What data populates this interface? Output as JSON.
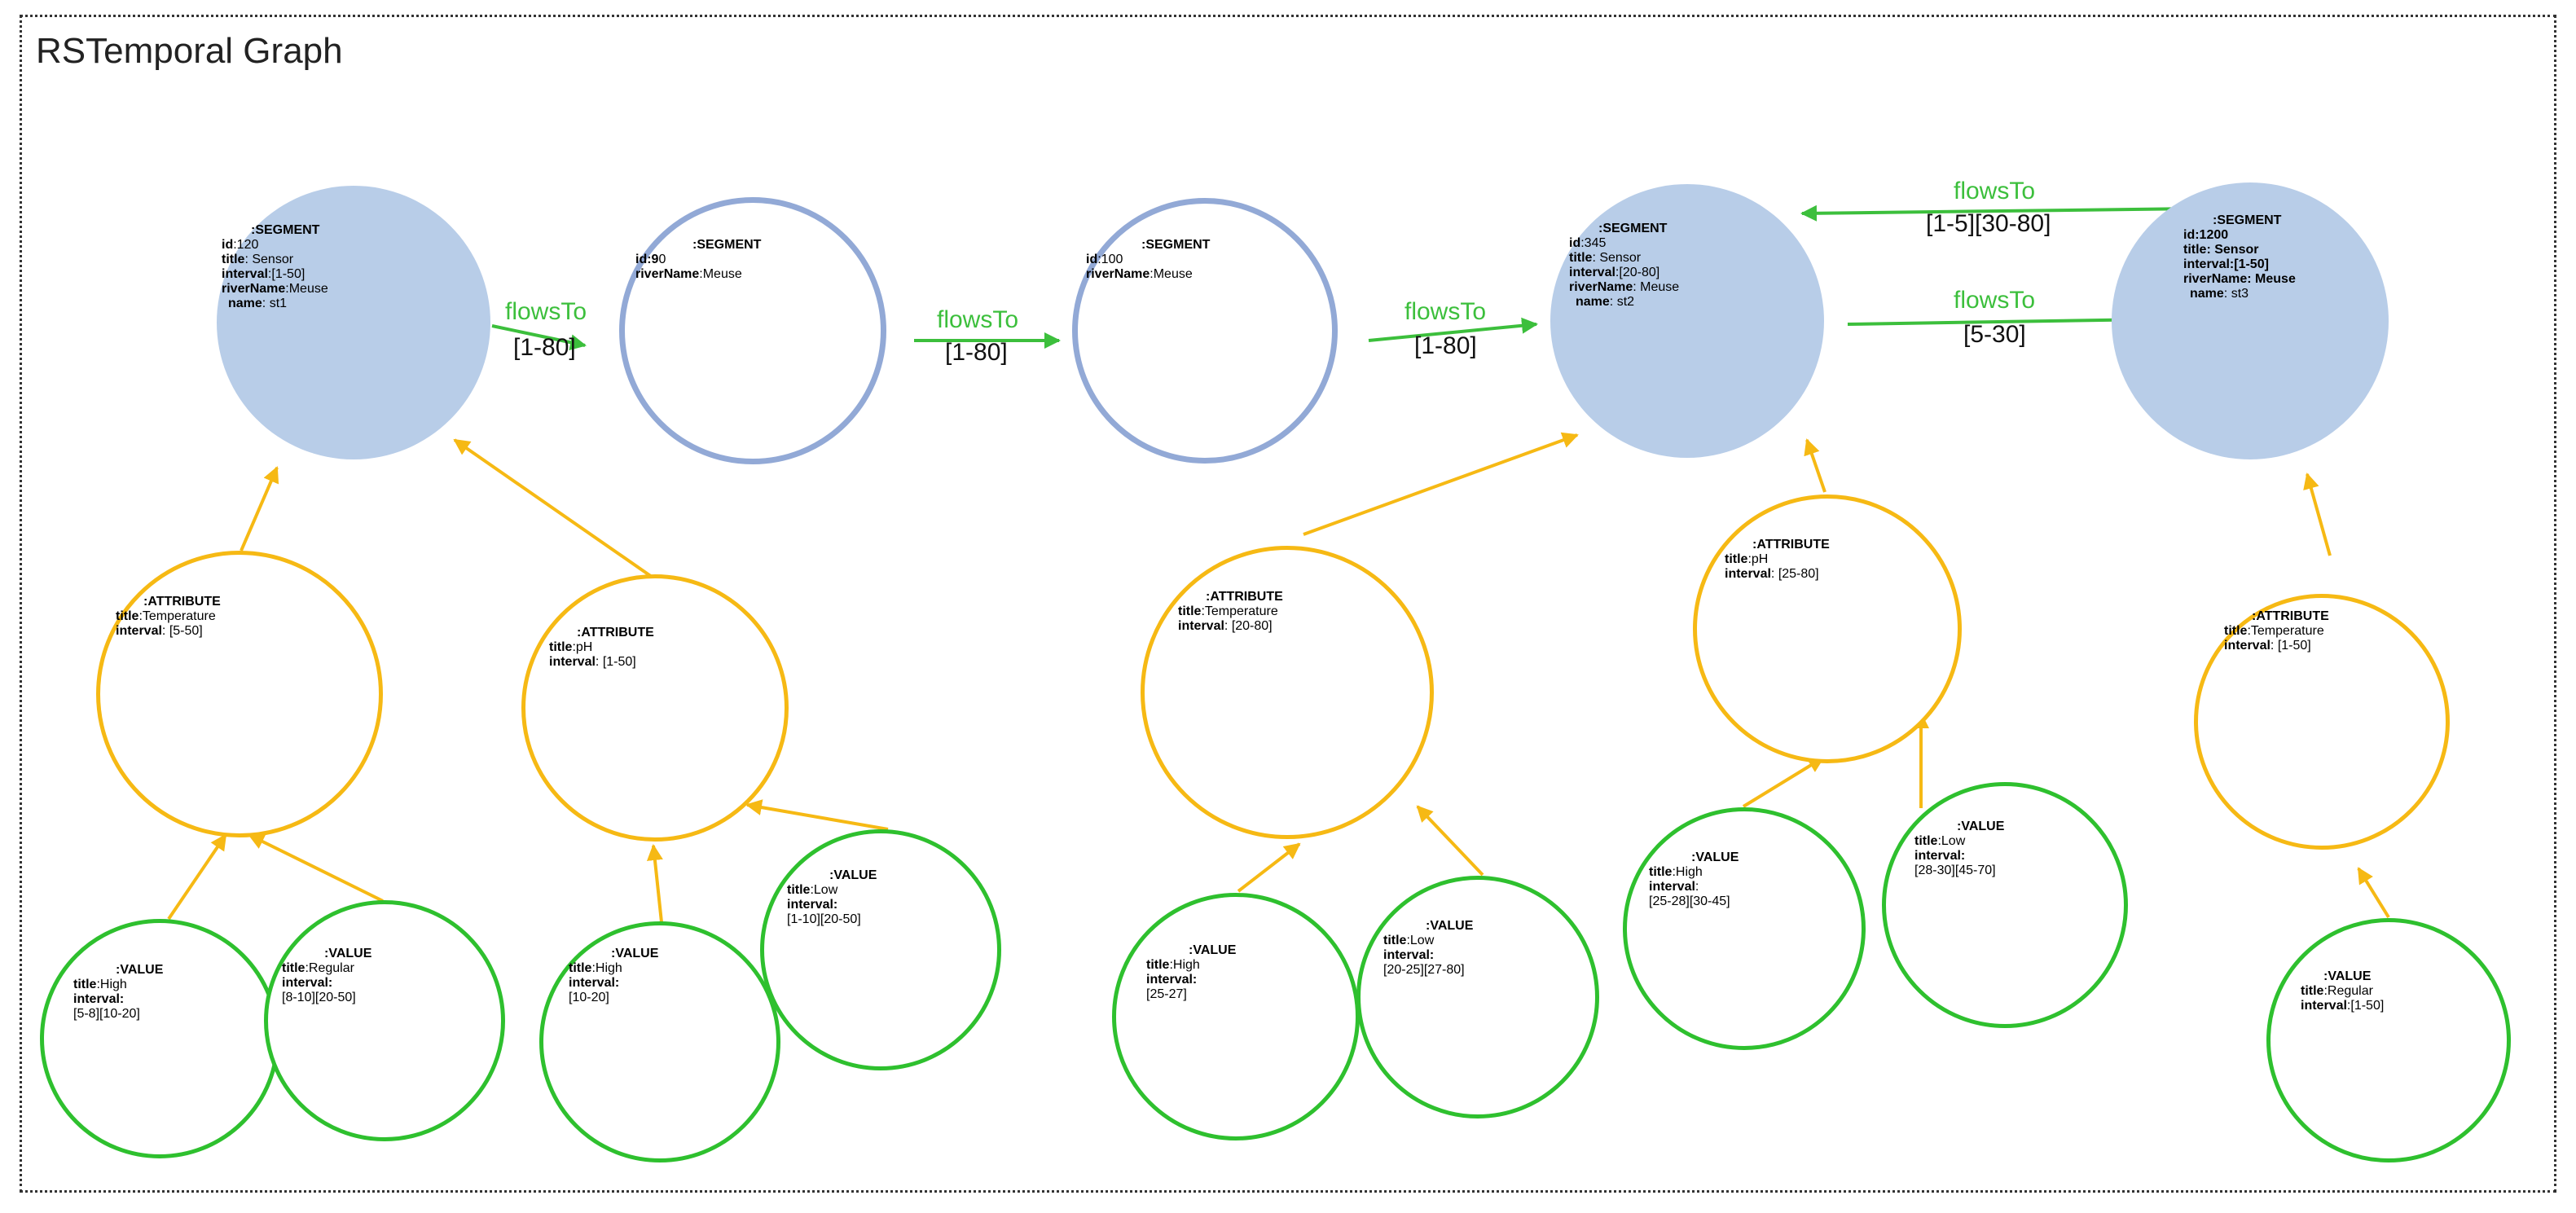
{
  "title": "RSTemporal Graph",
  "nodes": [
    {
      "id": "s1",
      "style": "fill-seg",
      "lines": [
        {
          "head": ":SEGMENT"
        },
        {
          "k": "id",
          "v": ":120"
        },
        {
          "k": "title",
          "v": ": Sensor"
        },
        {
          "k": "interval",
          "v": ":[1-50]"
        },
        {
          "k": "riverName",
          "v": ":Meuse"
        },
        {
          "k": "name",
          "v": ": st1"
        }
      ]
    },
    {
      "id": "s2",
      "style": "ring-seg",
      "lines": [
        {
          "head": ":SEGMENT"
        },
        {
          "k": "id:9",
          "v": "0"
        },
        {
          "k": "riverName",
          "v": ":Meuse"
        }
      ]
    },
    {
      "id": "s3",
      "style": "ring-seg",
      "lines": [
        {
          "head": ":SEGMENT"
        },
        {
          "k": "id",
          "v": ":100"
        },
        {
          "k": "riverName",
          "v": ":Meuse"
        }
      ]
    },
    {
      "id": "s4",
      "style": "fill-seg",
      "lines": [
        {
          "head": ":SEGMENT"
        },
        {
          "k": "id",
          "v": ":345"
        },
        {
          "k": "title",
          "v": ": Sensor"
        },
        {
          "k": "interval",
          "v": ":[20-80]"
        },
        {
          "k": "riverName",
          "v": ": Meuse"
        },
        {
          "k": "name",
          "v": ": st2"
        }
      ]
    },
    {
      "id": "s5",
      "style": "fill-seg",
      "lines": [
        {
          "head": ":SEGMENT"
        },
        {
          "k": "id:1200",
          "v": ""
        },
        {
          "k": "title: Sensor",
          "v": ""
        },
        {
          "k": "interval:[1-50]",
          "v": ""
        },
        {
          "k": "riverName: Meuse",
          "v": ""
        },
        {
          "k": "name",
          "v": ": st3"
        }
      ]
    },
    {
      "id": "a1",
      "style": "ring-attr",
      "lines": [
        {
          "head": ":ATTRIBUTE"
        },
        {
          "k": "title",
          "v": ":Temperature"
        },
        {
          "k": "interval",
          "v": ": [5-50]"
        }
      ]
    },
    {
      "id": "a2",
      "style": "ring-attr",
      "lines": [
        {
          "head": ":ATTRIBUTE"
        },
        {
          "k": "title",
          "v": ":pH"
        },
        {
          "k": "interval",
          "v": ": [1-50]"
        }
      ]
    },
    {
      "id": "a3",
      "style": "ring-attr",
      "lines": [
        {
          "head": ":ATTRIBUTE"
        },
        {
          "k": "title",
          "v": ":Temperature"
        },
        {
          "k": "interval",
          "v": ": [20-80]"
        }
      ]
    },
    {
      "id": "a4",
      "style": "ring-attr",
      "lines": [
        {
          "head": ":ATTRIBUTE"
        },
        {
          "k": "title",
          "v": ":pH"
        },
        {
          "k": "interval",
          "v": ": [25-80]"
        }
      ]
    },
    {
      "id": "a5",
      "style": "ring-attr",
      "lines": [
        {
          "head": ":ATTRIBUTE"
        },
        {
          "k": "title",
          "v": ":Temperature"
        },
        {
          "k": "interval",
          "v": ": [1-50]"
        }
      ]
    },
    {
      "id": "v1",
      "style": "ring-val",
      "lines": [
        {
          "head": ":VALUE"
        },
        {
          "k": "title",
          "v": ":High"
        },
        {
          "k": "interval:",
          "v": ""
        },
        {
          "k": "",
          "v": "[5-8][10-20]"
        }
      ]
    },
    {
      "id": "v2",
      "style": "ring-val",
      "lines": [
        {
          "head": ":VALUE"
        },
        {
          "k": "title",
          "v": ":Regular"
        },
        {
          "k": "interval:",
          "v": ""
        },
        {
          "k": "",
          "v": "[8-10][20-50]"
        }
      ]
    },
    {
      "id": "v3",
      "style": "ring-val",
      "lines": [
        {
          "head": ":VALUE"
        },
        {
          "k": "title",
          "v": ":High"
        },
        {
          "k": "interval:",
          "v": ""
        },
        {
          "k": "",
          "v": "[10-20]"
        }
      ]
    },
    {
      "id": "v4",
      "style": "ring-val",
      "lines": [
        {
          "head": ":VALUE"
        },
        {
          "k": "title",
          "v": ":Low"
        },
        {
          "k": "interval:",
          "v": ""
        },
        {
          "k": "",
          "v": "[1-10][20-50]"
        }
      ]
    },
    {
      "id": "v5",
      "style": "ring-val",
      "lines": [
        {
          "head": ":VALUE"
        },
        {
          "k": "title",
          "v": ":High"
        },
        {
          "k": "interval:",
          "v": ""
        },
        {
          "k": "",
          "v": "[25-27]"
        }
      ]
    },
    {
      "id": "v6",
      "style": "ring-val",
      "lines": [
        {
          "head": ":VALUE"
        },
        {
          "k": "title",
          "v": ":Low"
        },
        {
          "k": "interval:",
          "v": ""
        },
        {
          "k": "",
          "v": "[20-25][27-80]"
        }
      ]
    },
    {
      "id": "v7",
      "style": "ring-val",
      "lines": [
        {
          "head": ":VALUE"
        },
        {
          "k": "title",
          "v": ":High"
        },
        {
          "k": "interval",
          "v": ":"
        },
        {
          "k": "",
          "v": "[25-28][30-45]"
        }
      ]
    },
    {
      "id": "v8",
      "style": "ring-val",
      "lines": [
        {
          "head": ":VALUE"
        },
        {
          "k": "title",
          "v": ":Low"
        },
        {
          "k": "interval:",
          "v": ""
        },
        {
          "k": "",
          "v": "[28-30][45-70]"
        }
      ]
    },
    {
      "id": "v9",
      "style": "ring-val",
      "lines": [
        {
          "head": ":VALUE"
        },
        {
          "k": "title",
          "v": ":Regular"
        },
        {
          "k": "interval",
          "v": ":[1-50]"
        }
      ]
    }
  ],
  "edges": [
    {
      "id": "e1",
      "rel": "flowsTo",
      "interval": "[1-80]"
    },
    {
      "id": "e2",
      "rel": "flowsTo",
      "interval": "[1-80]"
    },
    {
      "id": "e3",
      "rel": "flowsTo",
      "interval": "[1-80]"
    },
    {
      "id": "e4",
      "rel": "flowsTo",
      "interval": "[5-30]"
    },
    {
      "id": "e5",
      "rel": "flowsTo",
      "interval": "[1-5][30-80]"
    }
  ],
  "colors": {
    "segment_fill": "#b8cde8",
    "segment_ring": "#92a9d6",
    "attribute": "#f6b914",
    "value": "#2ec02e",
    "flow_edge": "#3cbf3c"
  }
}
